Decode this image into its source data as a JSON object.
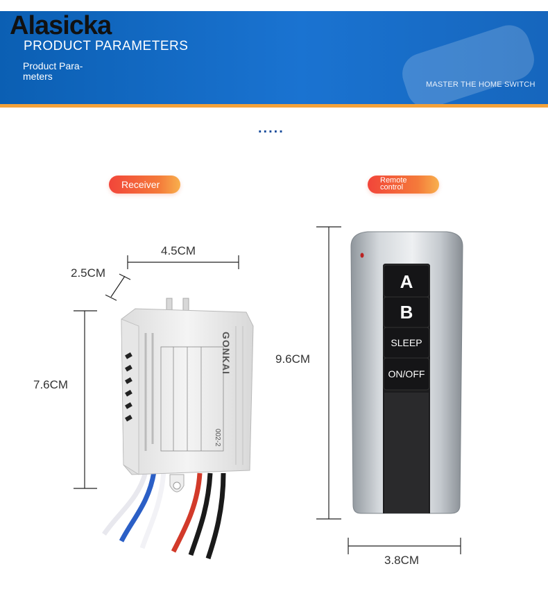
{
  "header": {
    "brand": "Alasicka",
    "title": "PRODUCT PARAMETERS",
    "subtitle": "Product Para- meters",
    "tagline": "MASTER THE HOME SWITCH"
  },
  "divider": ".....",
  "labels": {
    "receiver": "Receiver",
    "remote": "Remote control"
  },
  "dimensions": {
    "receiver_width": "4.5CM",
    "receiver_depth": "2.5CM",
    "receiver_height": "7.6CM",
    "remote_height": "9.6CM",
    "remote_width": "3.8CM"
  },
  "remote_buttons": {
    "a": "A",
    "b": "B",
    "sleep": "SLEEP",
    "onoff": "ON/OFF"
  },
  "receiver_device": {
    "brand_mark": "GONKAI",
    "model": "002-2"
  },
  "colors": {
    "header_blue": "#1a73d1",
    "accent_orange": "#f4a23a",
    "pill_red": "#f2453a"
  }
}
